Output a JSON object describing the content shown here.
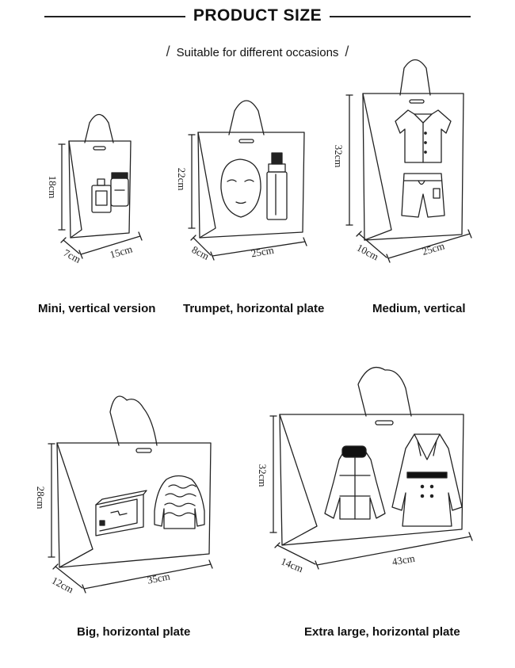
{
  "header": {
    "title": "PRODUCT SIZE",
    "subtitle": "Suitable for different occasions"
  },
  "bags": [
    {
      "caption": "Mini, vertical version",
      "height": "18cm",
      "depth": "7cm",
      "width": "15cm"
    },
    {
      "caption": "Trumpet, horizontal plate",
      "height": "22cm",
      "depth": "8cm",
      "width": "25cm"
    },
    {
      "caption": "Medium, vertical",
      "height": "32cm",
      "depth": "10cm",
      "width": "25cm"
    },
    {
      "caption": "Big, horizontal plate",
      "height": "28cm",
      "depth": "12cm",
      "width": "35cm"
    },
    {
      "caption": "Extra large, horizontal plate",
      "height": "32cm",
      "depth": "14cm",
      "width": "43cm"
    }
  ]
}
